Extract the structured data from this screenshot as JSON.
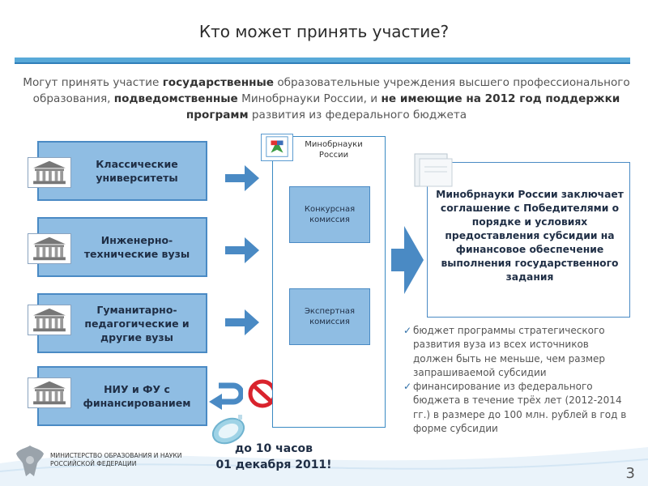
{
  "title": "Кто может принять участие?",
  "intro": {
    "p1": "Могут принять участие ",
    "b1": "государственные",
    "p2": " образовательные учреждения высшего профессионального образования, ",
    "b2": "подведомственные",
    "p3": " Минобрнауки России, и ",
    "b3": "не имеющие на 2012 год поддержки программ",
    "p4": " развития из федерального бюджета"
  },
  "universities": [
    {
      "label": "Классические университеты"
    },
    {
      "label": "Инженерно-технические вузы"
    },
    {
      "label": "Гуманитарно-педагогические и другие вузы"
    },
    {
      "label": "НИУ и ФУ с финансированием"
    }
  ],
  "ministry_box": {
    "title": "Минобрнауки России",
    "commission1": "Конкурсная комиссия",
    "commission2": "Экспертная комиссия"
  },
  "result": "Минобрнауки России заключает соглашение с Победителями о порядке и условиях предоставления субсидии на финансовое обеспечение выполнения государственного задания",
  "notes": [
    "бюджет программы стратегического развития вуза из всех источников должен быть не меньше, чем размер запрашиваемой субсидии",
    "финансирование из федерального бюджета в течение трёх лет (2012-2014 гг.) в размере до 100 млн. рублей в год в форме субсидии"
  ],
  "check_mark": "✓",
  "deadline_line1": "до 10 часов",
  "deadline_line2": "01 декабря 2011!",
  "ministry_footer": "МИНИСТЕРСТВО ОБРАЗОВАНИЯ И НАУКИ РОССИЙСКОЙ ФЕДЕРАЦИИ",
  "page_number": "3",
  "colors": {
    "accent": "#3a8ac3",
    "box_fill": "#8fbde3",
    "stop_red": "#d9232d"
  }
}
